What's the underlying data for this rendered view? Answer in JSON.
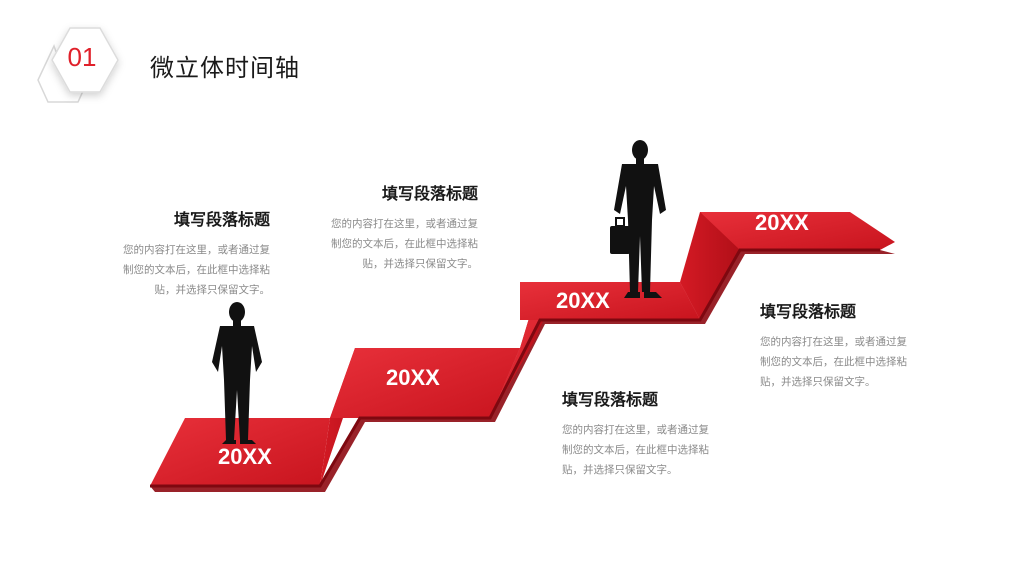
{
  "header": {
    "badge_number": "01",
    "title": "微立体时间轴"
  },
  "steps": [
    {
      "year": "20XX"
    },
    {
      "year": "20XX"
    },
    {
      "year": "20XX"
    },
    {
      "year": "20XX"
    }
  ],
  "blocks": [
    {
      "title": "填写段落标题",
      "lines": [
        "您的内容打在这里，或者通过复",
        "制您的文本后，在此框中选择粘",
        "贴，并选择只保留文字。"
      ]
    },
    {
      "title": "填写段落标题",
      "lines": [
        "您的内容打在这里，或者通过复",
        "制您的文本后，在此框中选择粘",
        "贴，并选择只保留文字。"
      ]
    },
    {
      "title": "填写段落标题",
      "lines": [
        "您的内容打在这里，或者通过复",
        "制您的文本后，在此框中选择粘",
        "贴，并选择只保留文字。"
      ]
    },
    {
      "title": "填写段落标题",
      "lines": [
        "您的内容打在这里，或者通过复",
        "制您的文本后，在此框中选择粘",
        "贴，并选择只保留文字。"
      ]
    }
  ],
  "colors": {
    "accent": "#e0202a",
    "step_top": "#e31e2b",
    "step_side": "#a50d16"
  },
  "icons": [
    "hexagon-icon",
    "businessman-icon",
    "businessman-with-briefcase-icon"
  ]
}
